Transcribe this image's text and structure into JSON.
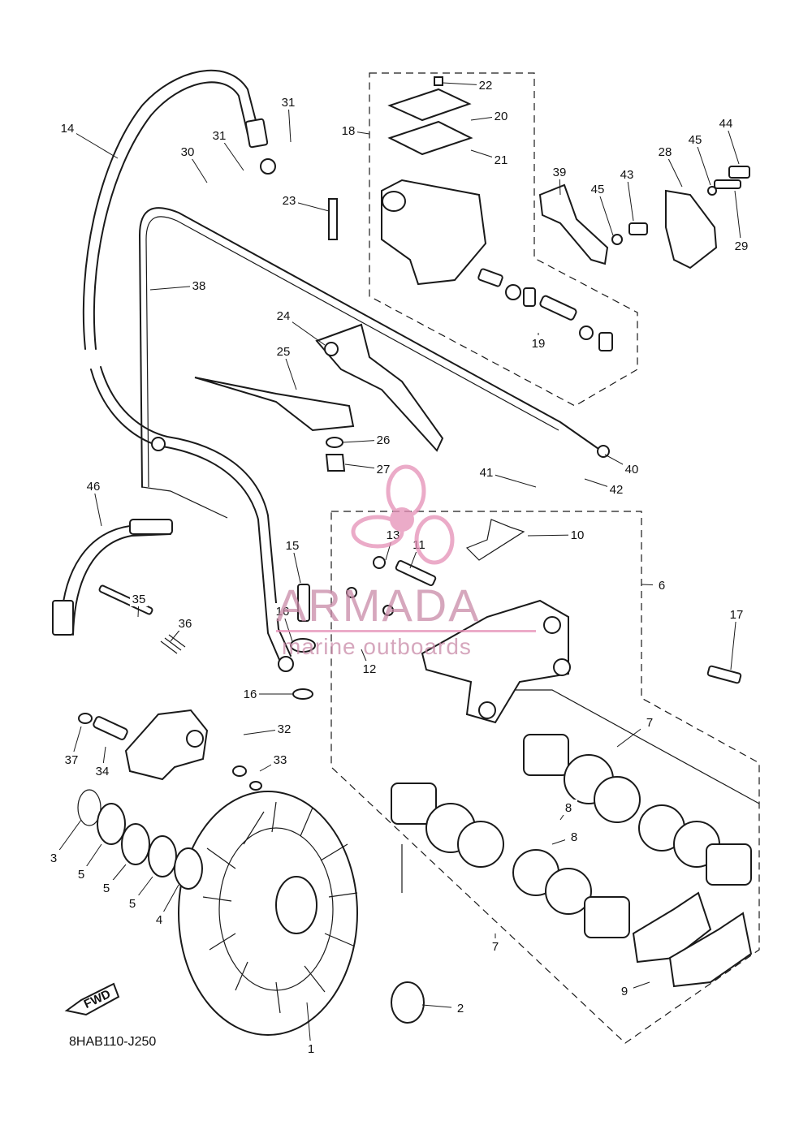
{
  "drawing": {
    "code": "8HAB110-J250",
    "direction_label": "FWD"
  },
  "watermark": {
    "brand": "ARMADA",
    "tagline": "marine outboards",
    "color": "#e58fb6"
  },
  "callouts": [
    {
      "num": "1"
    },
    {
      "num": "2"
    },
    {
      "num": "3"
    },
    {
      "num": "4"
    },
    {
      "num": "5"
    },
    {
      "num": "5"
    },
    {
      "num": "5"
    },
    {
      "num": "6"
    },
    {
      "num": "7"
    },
    {
      "num": "7"
    },
    {
      "num": "8"
    },
    {
      "num": "8"
    },
    {
      "num": "9"
    },
    {
      "num": "10"
    },
    {
      "num": "11"
    },
    {
      "num": "12"
    },
    {
      "num": "13"
    },
    {
      "num": "14"
    },
    {
      "num": "15"
    },
    {
      "num": "16"
    },
    {
      "num": "16"
    },
    {
      "num": "17"
    },
    {
      "num": "18"
    },
    {
      "num": "19"
    },
    {
      "num": "20"
    },
    {
      "num": "21"
    },
    {
      "num": "22"
    },
    {
      "num": "23"
    },
    {
      "num": "24"
    },
    {
      "num": "25"
    },
    {
      "num": "26"
    },
    {
      "num": "27"
    },
    {
      "num": "28"
    },
    {
      "num": "29"
    },
    {
      "num": "30"
    },
    {
      "num": "31"
    },
    {
      "num": "31"
    },
    {
      "num": "32"
    },
    {
      "num": "33"
    },
    {
      "num": "34"
    },
    {
      "num": "35"
    },
    {
      "num": "36"
    },
    {
      "num": "37"
    },
    {
      "num": "38"
    },
    {
      "num": "39"
    },
    {
      "num": "40"
    },
    {
      "num": "41"
    },
    {
      "num": "42"
    },
    {
      "num": "43"
    },
    {
      "num": "44"
    },
    {
      "num": "45"
    },
    {
      "num": "45"
    },
    {
      "num": "46"
    }
  ]
}
